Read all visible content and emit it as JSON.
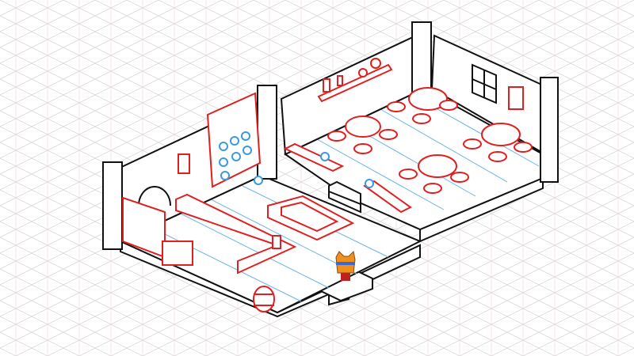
{
  "scene": {
    "type": "isometric-tavern-interior",
    "rooms": [
      "kitchen-room",
      "dining-room"
    ],
    "player": "orange-cat-character"
  },
  "colors": {
    "background": "#ffffff",
    "grid": "#d8d8dc",
    "grid_accent": "#f0c8c8",
    "outline": "#111111",
    "furniture": "#e02020",
    "floor_lines": "#6ab4ea",
    "items": "#3a9ae0",
    "player": "#f0901c",
    "player_band": "#3a6ad0"
  },
  "icons": [
    "barrel-icon",
    "rug-icon",
    "round-table-icon",
    "stool-icon",
    "shelf-icon",
    "window-icon",
    "lantern-icon",
    "fireplace-icon",
    "bench-icon",
    "cat-character-icon"
  ]
}
